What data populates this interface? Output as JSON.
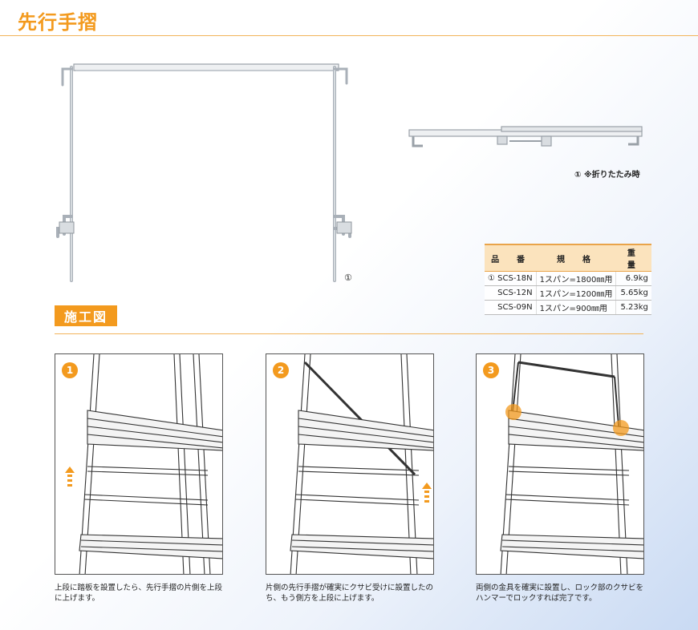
{
  "page": {
    "title": "先行手摺"
  },
  "product": {
    "marker": "①",
    "folded_caption": "① ※折りたたみ時"
  },
  "spec_table": {
    "headers": [
      "品　番",
      "規　格",
      "重　量"
    ],
    "rows": [
      [
        "① SCS-18N",
        "1スパン=1800㎜用",
        "6.9kg"
      ],
      [
        "SCS-12N",
        "1スパン=1200㎜用",
        "5.65kg"
      ],
      [
        "SCS-09N",
        "1スパン=900㎜用",
        "5.23kg"
      ]
    ]
  },
  "section": {
    "title": "施工図"
  },
  "steps": [
    {
      "number": "1",
      "caption": "上段に踏板を設置したら、先行手摺の片側を上段に上げます。"
    },
    {
      "number": "2",
      "caption": "片側の先行手摺が確実にクサビ受けに設置したのち、もう側方を上段に上げます。"
    },
    {
      "number": "3",
      "caption": "両側の金具を確実に設置し、ロック部のクサビをハンマーでロックすれば完了です。"
    }
  ],
  "colors": {
    "accent": "#f39a1e",
    "rule": "#f2b45a",
    "table_header": "#fbe3bd"
  }
}
